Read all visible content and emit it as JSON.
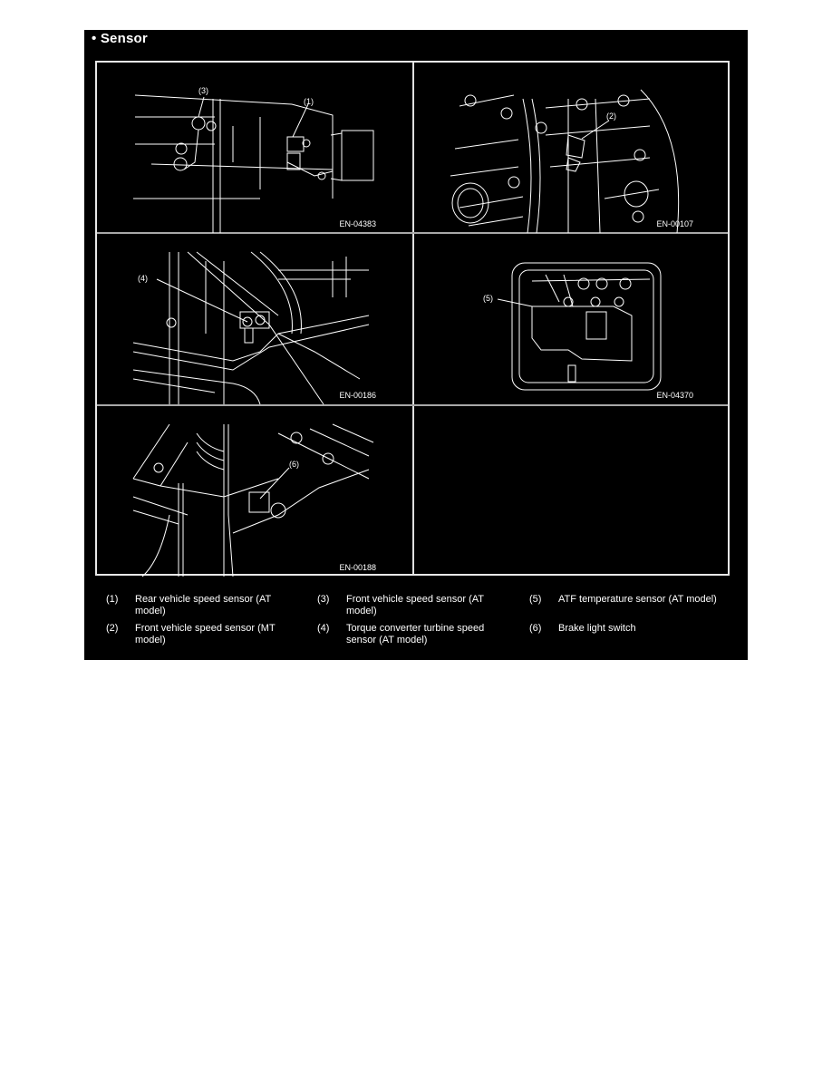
{
  "section": {
    "bullet": "•",
    "title": "Sensor"
  },
  "figures": [
    {
      "id": "EN-04383",
      "callouts": [
        "(3)",
        "(1)"
      ]
    },
    {
      "id": "EN-00107",
      "callouts": [
        "(2)"
      ]
    },
    {
      "id": "EN-00186",
      "callouts": [
        "(4)"
      ]
    },
    {
      "id": "EN-04370",
      "callouts": [
        "(5)"
      ]
    },
    {
      "id": "EN-00188",
      "callouts": [
        "(6)"
      ]
    }
  ],
  "legend": [
    {
      "num": "(1)",
      "text": "Rear vehicle speed sensor (AT model)"
    },
    {
      "num": "(2)",
      "text": "Front vehicle speed sensor (MT model)"
    },
    {
      "num": "(3)",
      "text": "Front vehicle speed sensor (AT model)"
    },
    {
      "num": "(4)",
      "text": "Torque converter turbine speed sensor (AT model)"
    },
    {
      "num": "(5)",
      "text": "ATF temperature sensor (AT model)"
    },
    {
      "num": "(6)",
      "text": "Brake light switch"
    }
  ],
  "colors": {
    "background": "#000000",
    "line": "#ffffff",
    "page": "#ffffff"
  }
}
